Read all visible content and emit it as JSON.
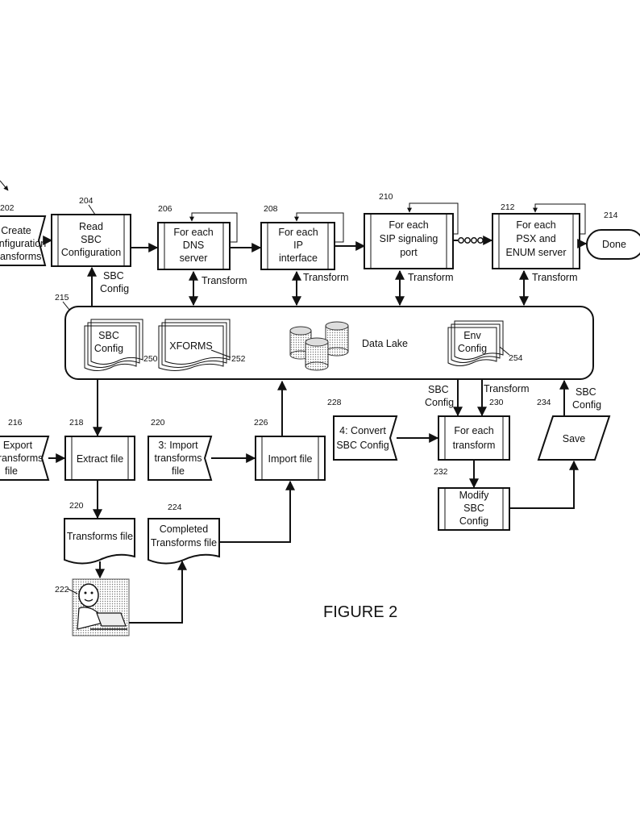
{
  "figure_label": "FIGURE 2",
  "nodes": {
    "n202": {
      "num": "202",
      "lines": [
        "Create",
        "Configuration",
        "Transforms"
      ]
    },
    "n204": {
      "num": "204",
      "lines": [
        "Read",
        "SBC",
        "Configuration"
      ]
    },
    "n206": {
      "num": "206",
      "lines": [
        "For each",
        "DNS",
        "server"
      ]
    },
    "n208": {
      "num": "208",
      "lines": [
        "For each",
        "IP",
        "interface"
      ]
    },
    "n210": {
      "num": "210",
      "lines": [
        "For each",
        "SIP signaling",
        "port"
      ]
    },
    "n212": {
      "num": "212",
      "lines": [
        "For each",
        "PSX and",
        "ENUM server"
      ]
    },
    "n214": {
      "num": "214",
      "lines": [
        "Done"
      ]
    },
    "n216": {
      "num": "216",
      "lines": [
        "Export",
        "Transforms",
        "file"
      ]
    },
    "n218": {
      "num": "218",
      "lines": [
        "Extract file"
      ]
    },
    "n220a": {
      "num": "220",
      "lines": [
        "3: Import",
        "transforms",
        "file"
      ]
    },
    "n226": {
      "num": "226",
      "lines": [
        "Import file"
      ]
    },
    "n228": {
      "num": "228",
      "lines": [
        "4: Convert",
        "SBC Config"
      ]
    },
    "n230": {
      "num": "230",
      "lines": [
        "For each",
        "transform"
      ]
    },
    "n234": {
      "num": "234",
      "lines": [
        "Save"
      ]
    },
    "n232": {
      "num": "232",
      "lines": [
        "Modify",
        "SBC",
        "Config"
      ]
    },
    "n220b": {
      "num": "220",
      "lines": [
        "Transforms file"
      ]
    },
    "n224": {
      "num": "224",
      "lines": [
        "Completed",
        "Transforms file"
      ]
    },
    "n222": {
      "num": "222"
    }
  },
  "data_lake": {
    "num": "215",
    "title": "Data Lake",
    "sbc": {
      "num": "250",
      "lines": [
        "SBC",
        "Config"
      ]
    },
    "xforms": {
      "num": "252",
      "lines": [
        "XFORMS"
      ]
    },
    "env": {
      "num": "254",
      "lines": [
        "Env",
        "Config"
      ]
    }
  },
  "edge_labels": {
    "sbc_config_204": [
      "SBC",
      "Config"
    ],
    "transform_206": "Transform",
    "transform_208": "Transform",
    "transform_210": "Transform",
    "transform_212": "Transform",
    "sbc_config_230": [
      "SBC",
      "Config"
    ],
    "transform_230": "Transform",
    "sbc_config_234": [
      "SBC",
      "Config"
    ]
  }
}
